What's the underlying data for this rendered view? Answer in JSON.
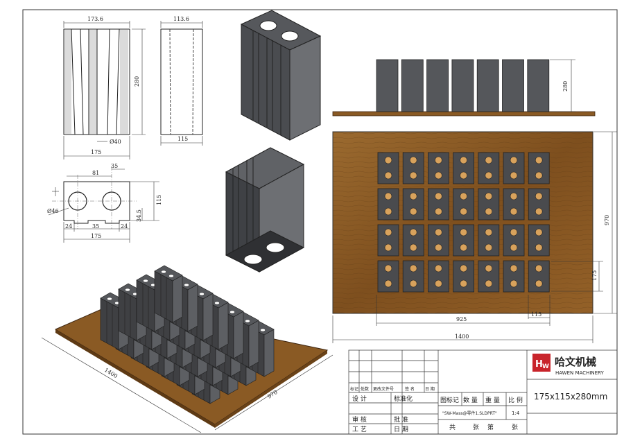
{
  "front_view": {
    "width_top": "173.6",
    "height": "280",
    "bottom_dim": "175",
    "hole_dim": "Ø40"
  },
  "side_view": {
    "width_top": "113.6",
    "bottom_dim": "115"
  },
  "top_view": {
    "dim_81": "81",
    "dim_35a": "35",
    "dim_46": "Ø46",
    "dim_115": "115",
    "dim_34_5": "34.5",
    "dim_24a": "24",
    "dim_35b": "35",
    "dim_24b": "24",
    "dim_175": "175"
  },
  "side_pallet": {
    "height": "280"
  },
  "plan": {
    "pallet_h": "970",
    "block_175": "175",
    "span_925": "925",
    "block_115": "115",
    "pallet_w": "1400"
  },
  "iso": {
    "pallet_1400": "1400",
    "pallet_970": "970"
  },
  "title_block": {
    "brand_cn": "哈文机械",
    "brand_en": "HAWEN MACHINERY",
    "spec": "175x115x280mm",
    "rev_headers": [
      "标记",
      "处数",
      "更改文件号",
      "签 名",
      "日 期"
    ],
    "design": "设 计",
    "standard": "标准化",
    "review": "审 核",
    "approve": "批 准",
    "craft": "工 艺",
    "date": "日 期",
    "cols": [
      "图标记",
      "数 量",
      "重 量",
      "比 例"
    ],
    "filename": "\"SW-Mass@零件1.SLDPRT\"",
    "scale": "1:4",
    "pages": [
      "共",
      "张",
      "第",
      "张"
    ]
  },
  "colors": {
    "brick": "#3f4043",
    "brick_top": "#55575b",
    "wood": "#8a5a24",
    "hole": "#d8a25c"
  }
}
